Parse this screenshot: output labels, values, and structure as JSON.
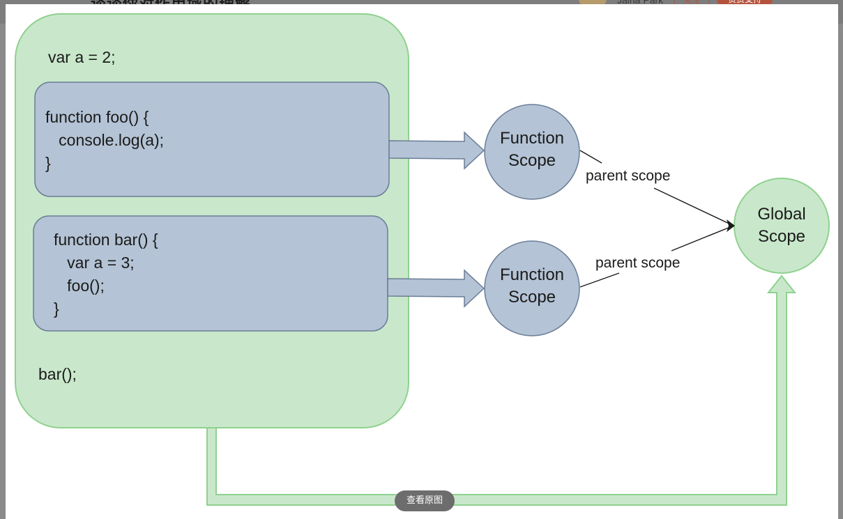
{
  "background_page": {
    "title": "谈谈你对作用域的理解",
    "author": "Jaina Park",
    "follow_label": "关注",
    "sponsor_label": "赞赏支持"
  },
  "diagram": {
    "global_block_code": [
      "var a = 2;"
    ],
    "foo_block_code": [
      "function foo() {",
      "   console.log(a);",
      "}"
    ],
    "bar_block_code": [
      "function bar() {",
      "   var a = 3;",
      "   foo();",
      "}"
    ],
    "call_code": "bar();",
    "function_scope_foo": [
      "Function",
      "Scope"
    ],
    "function_scope_bar": [
      "Function",
      "Scope"
    ],
    "global_scope": [
      "Global",
      "Scope"
    ],
    "edge_label_top": "parent scope",
    "edge_label_bottom": "parent scope",
    "colors": {
      "global_fill": "#c9e8cb",
      "global_stroke": "#8fd18f",
      "function_fill": "#b4c3d5",
      "function_stroke": "#6a7d96",
      "arrow_fill": "#b4c3d5"
    }
  },
  "viewer": {
    "view_original_label": "查看原图"
  }
}
